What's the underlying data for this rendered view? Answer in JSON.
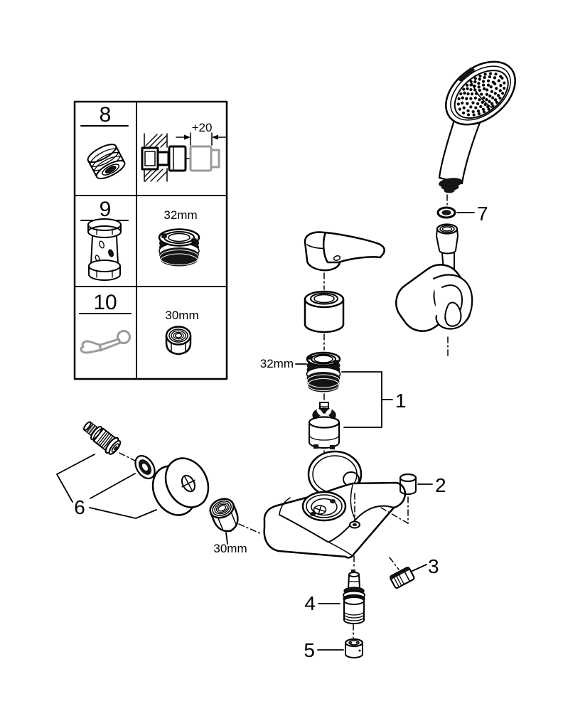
{
  "document": {
    "type": "exploded-parts-diagram",
    "background_color": "#ffffff",
    "line_color": "#000000",
    "secondary_gray": "#9a9a9a"
  },
  "info_table": {
    "rows": [
      {
        "number": "8",
        "left_item": "union-adapter",
        "right_item": "wall-installation-detail",
        "dimension": "+20"
      },
      {
        "number": "9",
        "left_item": "mounting-socket-tool",
        "right_item": "threaded-adapter-ring",
        "dimension": "32mm"
      },
      {
        "number": "10",
        "left_item": "open-end-wrench",
        "right_item": "union-nut",
        "dimension": "30mm"
      }
    ]
  },
  "callouts": [
    {
      "number": "1",
      "part": "cartridge-with-retaining-collar"
    },
    {
      "number": "2",
      "part": "plug"
    },
    {
      "number": "3",
      "part": "diverter-knob"
    },
    {
      "number": "4",
      "part": "diverter-cartridge"
    },
    {
      "number": "5",
      "part": "non-return-valve"
    },
    {
      "number": "6",
      "part": "s-union-washer-escutcheon-nut-set"
    },
    {
      "number": "7",
      "part": "hose-washer"
    }
  ],
  "dimension_labels": {
    "collar": "32mm",
    "union_nut": "30mm",
    "extension": "+20"
  }
}
